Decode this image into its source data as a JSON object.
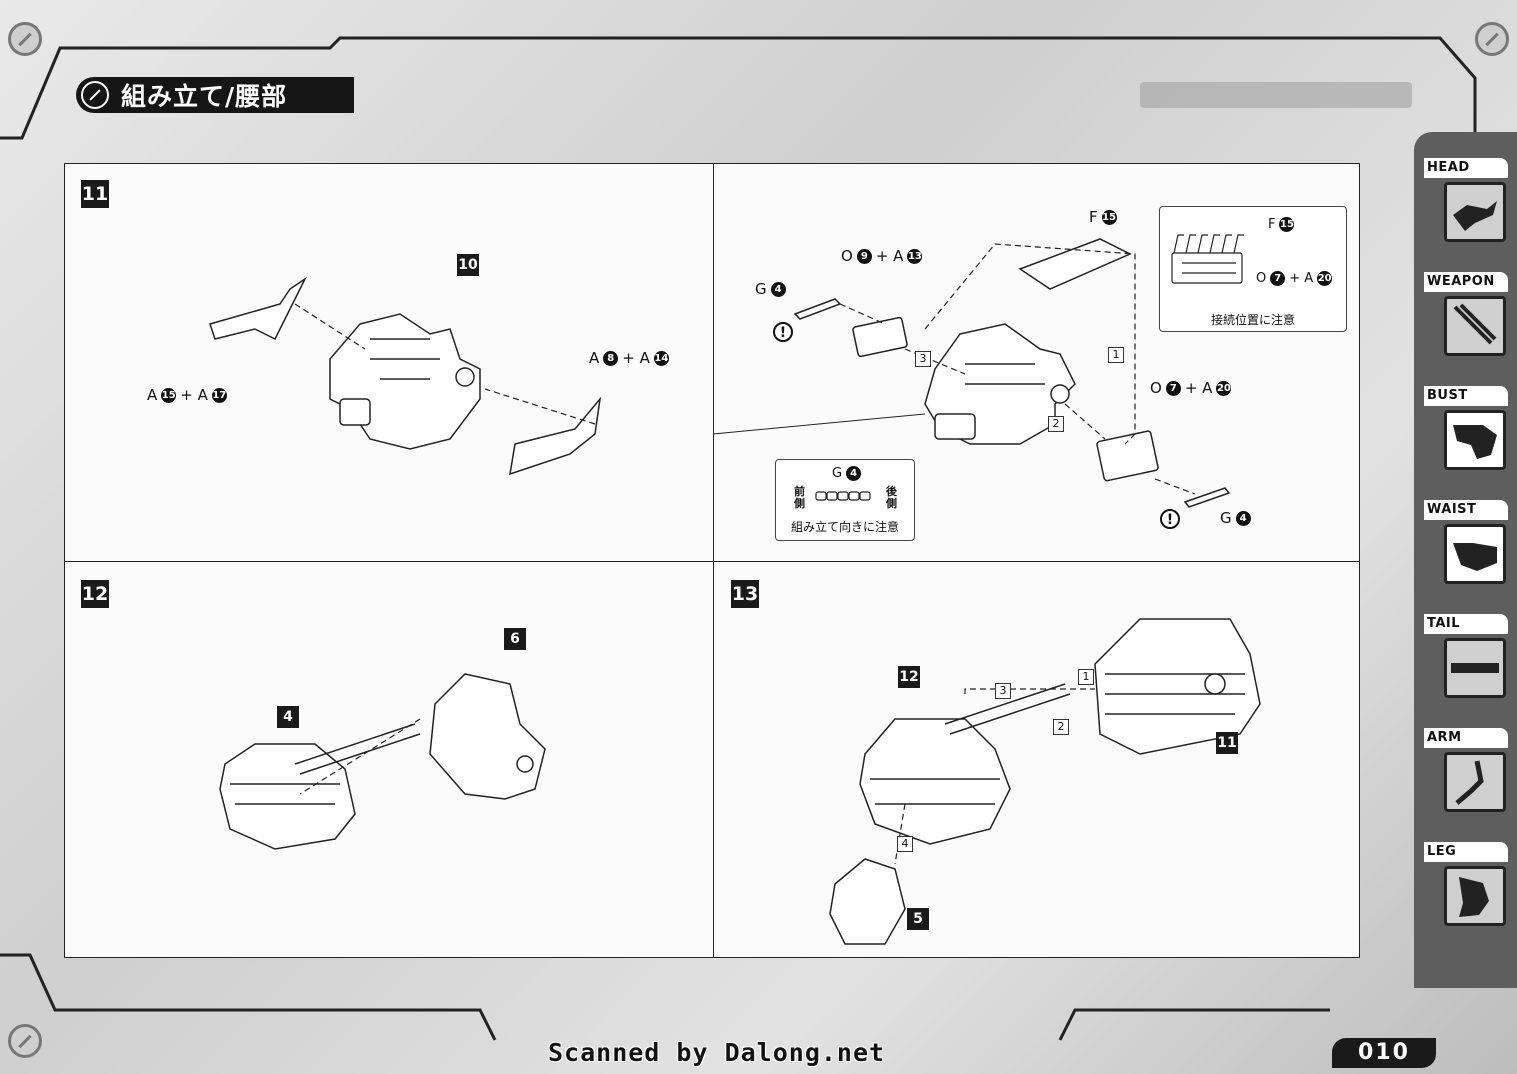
{
  "header": {
    "title": "組み立て/腰部"
  },
  "steps": {
    "s11": {
      "number": "11",
      "part_ref": "10",
      "callout_left": {
        "pre": "A",
        "n1": "15",
        "mid": "+ A",
        "n2": "17"
      },
      "callout_right": {
        "pre": "A",
        "n1": "8",
        "mid": "+ A",
        "n2": "14"
      }
    },
    "s11b": {
      "callout_g4_top": {
        "pre": "G",
        "n1": "4"
      },
      "callout_o9": {
        "pre": "O",
        "n1": "9",
        "mid": "+ A",
        "n2": "13"
      },
      "callout_f15": {
        "pre": "F",
        "n1": "15"
      },
      "callout_o7": {
        "pre": "O",
        "n1": "7",
        "mid": "+ A",
        "n2": "20"
      },
      "callout_g4_bottom": {
        "pre": "G",
        "n1": "4"
      },
      "seq": [
        "1",
        "2",
        "3"
      ],
      "note_connection": {
        "f_pre": "F",
        "f_n": "15",
        "o_pre": "O",
        "o_n": "7",
        "o_mid": "+ A",
        "o_n2": "20",
        "caption": "接続位置に注意"
      },
      "note_direction": {
        "g_pre": "G",
        "g_n": "4",
        "front": "前側",
        "back": "後側",
        "caption": "組み立て向きに注意"
      },
      "warn_symbol": "!"
    },
    "s12": {
      "number": "12",
      "part_a": "4",
      "part_b": "6"
    },
    "s13": {
      "number": "13",
      "part_a": "12",
      "part_b": "11",
      "part_c": "5",
      "seq": [
        "1",
        "2",
        "3",
        "4"
      ]
    }
  },
  "sidebar": {
    "items": [
      {
        "label": "HEAD",
        "icon": "head-icon"
      },
      {
        "label": "WEAPON",
        "icon": "weapon-icon"
      },
      {
        "label": "BUST",
        "icon": "bust-icon"
      },
      {
        "label": "WAIST",
        "icon": "waist-icon"
      },
      {
        "label": "TAIL",
        "icon": "tail-icon"
      },
      {
        "label": "ARM",
        "icon": "arm-icon"
      },
      {
        "label": "LEG",
        "icon": "leg-icon"
      }
    ]
  },
  "footer": {
    "credit": "Scanned by Dalong.net",
    "page_number": "010"
  }
}
